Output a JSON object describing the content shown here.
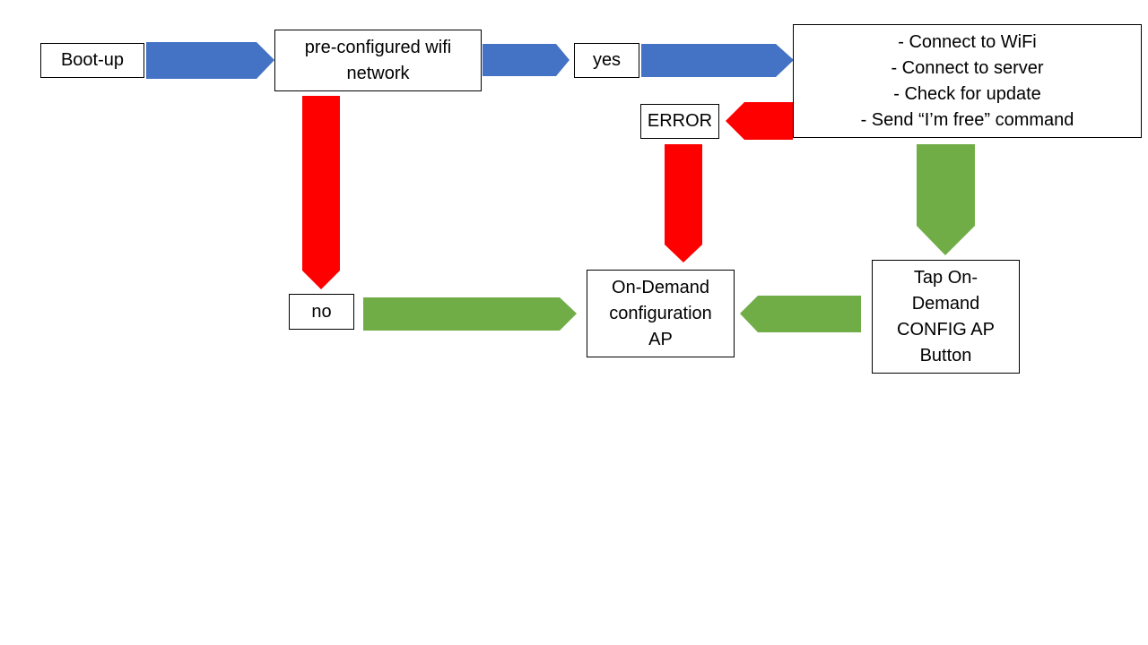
{
  "colors": {
    "blue_arrow": "#4472C4",
    "red_arrow": "#FF0000",
    "green_arrow": "#70AD47",
    "box_border": "#000000",
    "background": "#FFFFFF"
  },
  "nodes": {
    "bootup": {
      "lines": [
        "Boot-up"
      ]
    },
    "preconfigured": {
      "lines": [
        "pre-configured wifi",
        "network"
      ]
    },
    "yes": {
      "lines": [
        "yes"
      ]
    },
    "actions": {
      "lines": [
        "- Connect to WiFi",
        "- Connect to server",
        "- Check for update",
        "- Send “I’m free” command"
      ]
    },
    "error": {
      "lines": [
        "ERROR"
      ]
    },
    "no": {
      "lines": [
        "no"
      ]
    },
    "ondemand": {
      "lines": [
        "On-Demand",
        "configuration",
        "AP"
      ]
    },
    "tap": {
      "lines": [
        "Tap On-",
        "Demand",
        "CONFIG AP",
        "Button"
      ]
    }
  },
  "edges": [
    {
      "from": "bootup",
      "to": "preconfigured",
      "color": "blue"
    },
    {
      "from": "preconfigured",
      "to": "yes",
      "color": "blue"
    },
    {
      "from": "yes",
      "to": "actions",
      "color": "blue"
    },
    {
      "from": "actions",
      "to": "error",
      "color": "red"
    },
    {
      "from": "preconfigured",
      "to": "no",
      "color": "red"
    },
    {
      "from": "error",
      "to": "ondemand",
      "color": "red"
    },
    {
      "from": "actions",
      "to": "tap",
      "color": "green"
    },
    {
      "from": "no",
      "to": "ondemand",
      "color": "green"
    },
    {
      "from": "tap",
      "to": "ondemand",
      "color": "green"
    }
  ]
}
